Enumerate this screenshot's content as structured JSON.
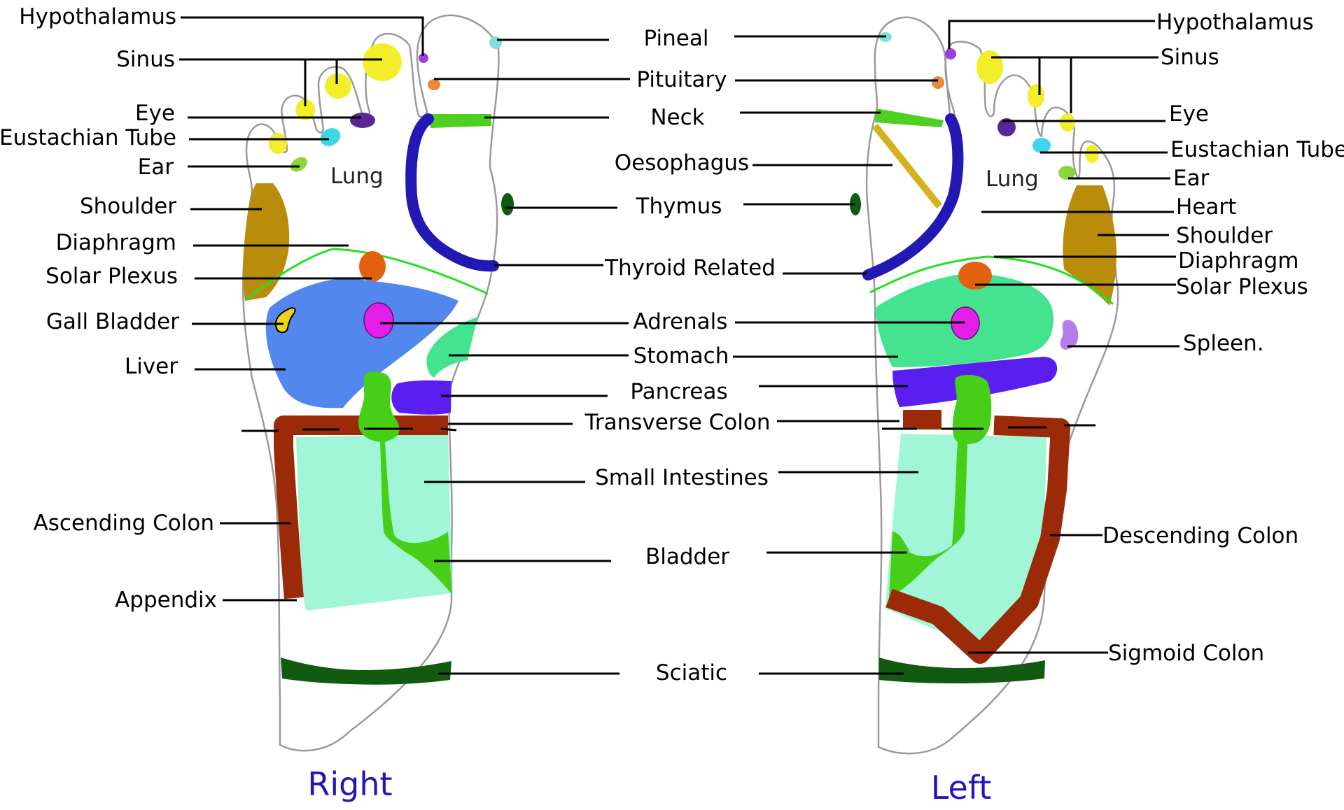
{
  "title": "Foot Reflexology Chart",
  "feet": {
    "right": {
      "title": "Right",
      "lung_label": "Lung"
    },
    "left": {
      "title": "Left",
      "lung_label": "Lung"
    }
  },
  "labels": {
    "right_side": {
      "hypothalamus": "Hypothalamus",
      "sinus": "Sinus",
      "eye": "Eye",
      "eustachian_tube": "Eustachian Tube",
      "ear": "Ear",
      "shoulder": "Shoulder",
      "diaphragm": "Diaphragm",
      "solar_plexus": "Solar Plexus",
      "gall_bladder": "Gall Bladder",
      "liver": "Liver",
      "ascending_colon": "Ascending Colon",
      "appendix": "Appendix"
    },
    "center": {
      "pineal": "Pineal",
      "pituitary": "Pituitary",
      "neck": "Neck",
      "oesophagus": "Oesophagus",
      "thymus": "Thymus",
      "thyroid_related": "Thyroid Related",
      "adrenals": "Adrenals",
      "stomach": "Stomach",
      "pancreas": "Pancreas",
      "transverse_colon": "Transverse Colon",
      "small_intestines": "Small Intestines",
      "bladder": "Bladder",
      "sciatic": "Sciatic"
    },
    "left_side": {
      "hypothalamus": "Hypothalamus",
      "sinus": "Sinus",
      "eye": "Eye",
      "eustachian_tube": "Eustachian Tube",
      "ear": "Ear",
      "heart": "Heart",
      "shoulder": "Shoulder",
      "diaphragm": "Diaphragm",
      "solar_plexus": "Solar Plexus",
      "spleen": "Spleen.",
      "descending_colon": "Descending Colon",
      "sigmoid_colon": "Sigmoid Colon"
    }
  },
  "colors": {
    "sinus": "#f2ee2a",
    "hypothalamus": "#9b3fe0",
    "pineal": "#7fe0d8",
    "pituitary": "#e8893e",
    "eye": "#5a2696",
    "eustachian_tube": "#3fd6ea",
    "ear": "#8fd43a",
    "neck": "#4fcf1f",
    "thyroid": "#2418b4",
    "oesophagus": "#d4b21c",
    "thymus": "#0c5d10",
    "shoulder": "#b98d0a",
    "diaphragm": "#22e01e",
    "solar_plexus": "#e2600e",
    "liver": "#5287ee",
    "gall_bladder": "#f0d21a",
    "adrenals": "#e31fe8",
    "stomach": "#43e38f",
    "pancreas": "#5a1ff0",
    "colon": "#9b2b08",
    "small_intestines": "#a2f6d8",
    "bladder": "#47cf17",
    "sciatic": "#115a10",
    "spleen": "#b77ceb",
    "foot_title": "#2315b8"
  }
}
